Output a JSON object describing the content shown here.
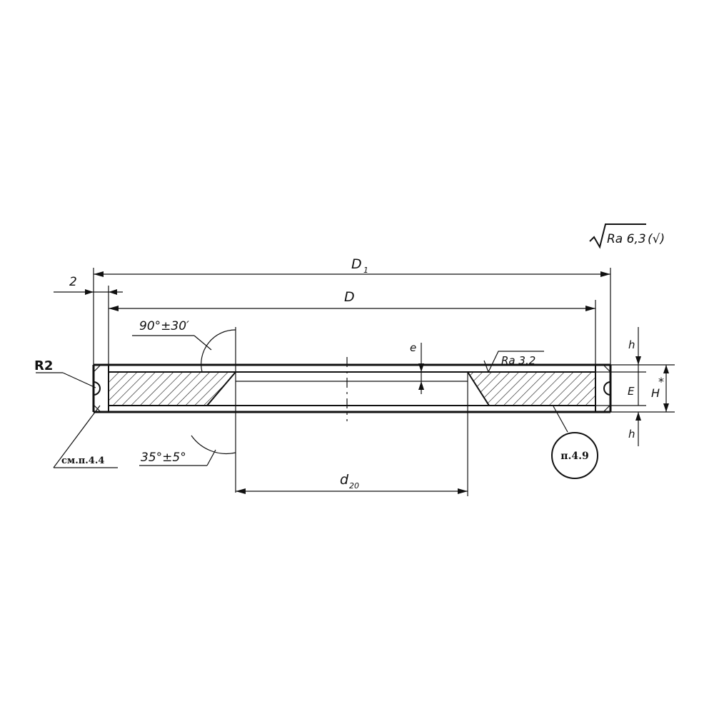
{
  "surface_roughness": {
    "general_value": "Ra 6,3",
    "general_suffix": "(√)",
    "face_value": "Ra 3,2"
  },
  "dimensions": {
    "outer_diameter": "D",
    "outer_diameter_sub": "1",
    "inner_diameter": "D",
    "bore_diameter": "d",
    "bore_diameter_sub": "20",
    "offset": "2",
    "groove_depth": "e",
    "step_height_top": "h",
    "step_height_bottom": "h",
    "middle_thickness": "E",
    "total_height": "H",
    "total_height_mark": "*"
  },
  "angles": {
    "upper": "90°±30′",
    "lower": "35°±5°"
  },
  "callouts": {
    "radius": "R2",
    "see_note": "см.п.4.4",
    "note_circle": "п.4.9"
  }
}
